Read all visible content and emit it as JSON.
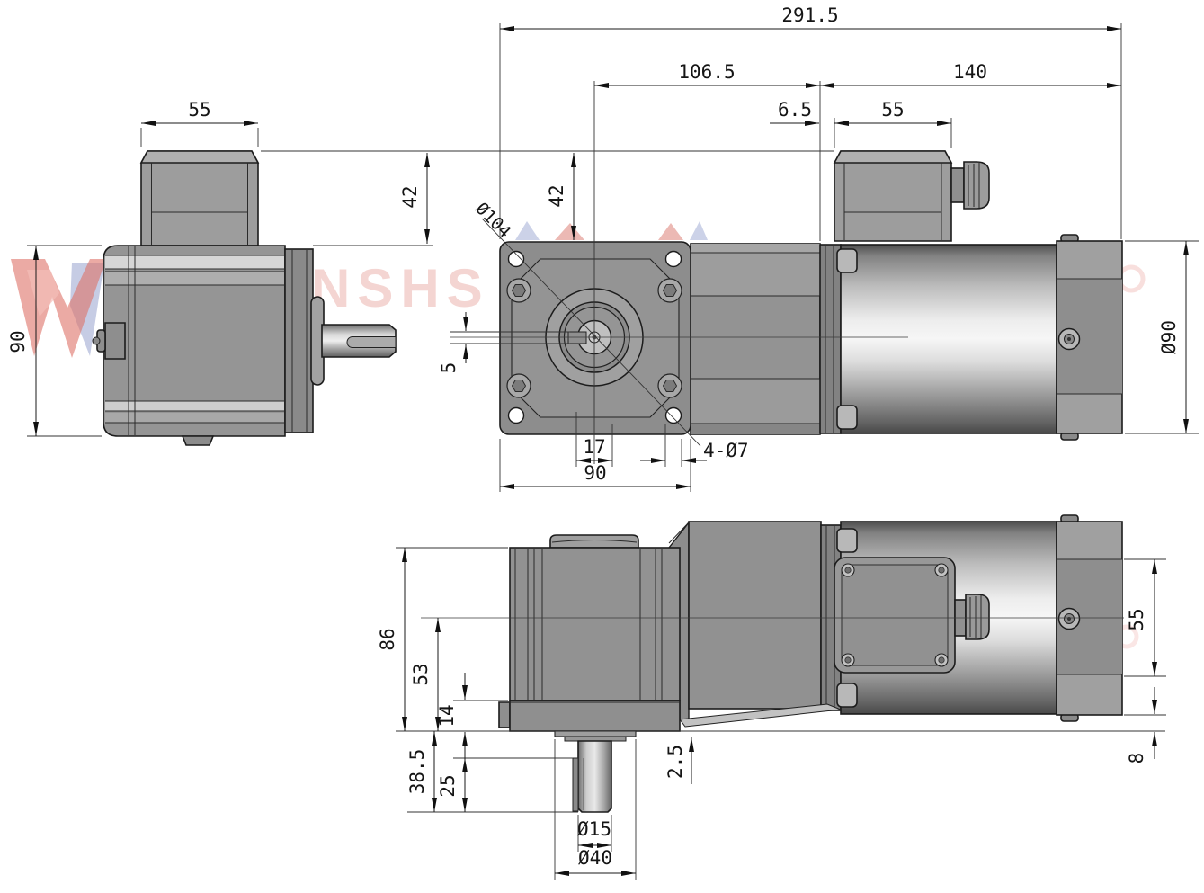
{
  "title": "gear-motor-dimension-drawing",
  "watermark": {
    "letters": "NSHS"
  },
  "dims": {
    "overall_length": "291.5",
    "gearbox_length": "106.5",
    "motor_length": "140",
    "box_offset": "6.5",
    "motor_box_width": "55",
    "side_box_width": "55",
    "side_box_height": "42",
    "side_body_height": "90",
    "bolt_circle": "Ø104",
    "flange_offset": "42",
    "keyway_width": "5",
    "key_across": "17",
    "flange_width": "90",
    "mounting_holes": "4-Ø7",
    "motor_diameter": "Ø90",
    "total_height": "86",
    "axis_height": "53",
    "base_thickness": "14",
    "shaft_projection": "38.5",
    "keyway_length": "25",
    "base_step": "2.5",
    "shaft_diameter": "Ø15",
    "boss_diameter": "Ø40",
    "motor_box_side": "55",
    "bottom_gap": "8"
  }
}
